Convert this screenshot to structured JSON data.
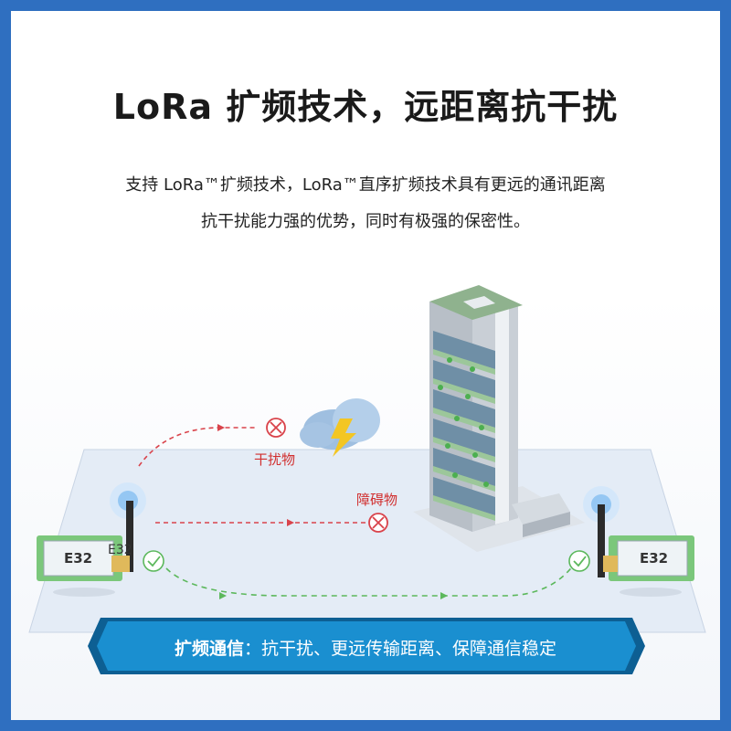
{
  "title": "LoRa 扩频技术，远距离抗干扰",
  "subtitle": {
    "line1": "支持 LoRa™扩频技术，LoRa™直序扩频技术具有更远的通讯距离",
    "line2": "抗干扰能力强的优势，同时有极强的保密性。"
  },
  "scene": {
    "interference_label": "干扰物",
    "obstacle_label": "障碍物",
    "module_left_label": "E32",
    "module_left_label_2": "E32",
    "module_right_label": "E32"
  },
  "banner": {
    "bold": "扩频通信",
    "text": "：抗干扰、更远传输距离、保障通信稳定"
  },
  "colors": {
    "frame": "#2f6fc0",
    "banner": "#1a8fd0",
    "banner_dark": "#0d5f93",
    "red_path": "#d9434b",
    "green_path": "#5cb85c",
    "pcb_green": "#7bc77b"
  },
  "icons": [
    "cloud-lightning-icon",
    "cross-circle-icon",
    "check-circle-icon",
    "antenna-icon",
    "signal-halo-icon"
  ]
}
